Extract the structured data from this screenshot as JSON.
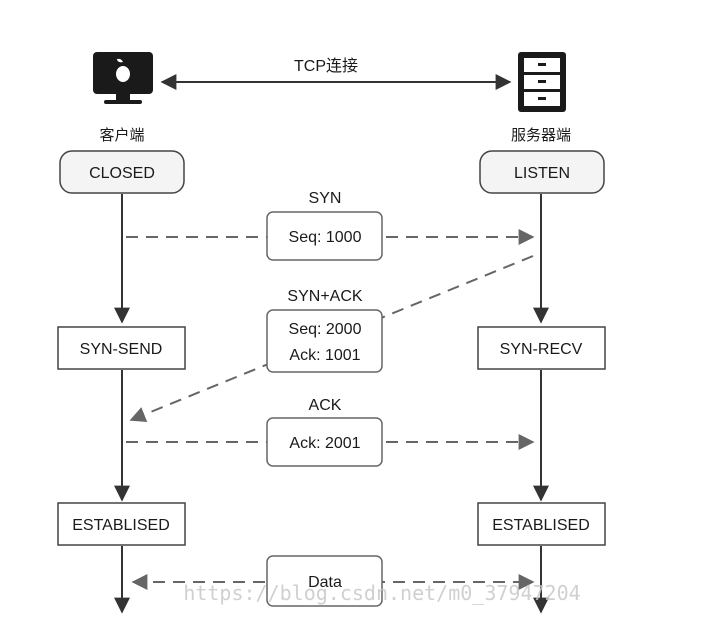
{
  "header": {
    "connection_label": "TCP连接",
    "client_label": "客户端",
    "server_label": "服务器端",
    "client_icon": "computer-icon",
    "server_icon": "server-cabinet-icon"
  },
  "client_states": {
    "closed": "CLOSED",
    "syn_send": "SYN-SEND",
    "established": "ESTABLISED"
  },
  "server_states": {
    "listen": "LISTEN",
    "syn_recv": "SYN-RECV",
    "established": "ESTABLISED"
  },
  "messages": {
    "syn": {
      "title": "SYN",
      "line1": "Seq: 1000"
    },
    "syn_ack": {
      "title": "SYN+ACK",
      "line1": "Seq: 2000",
      "line2": "Ack: 1001"
    },
    "ack": {
      "title": "ACK",
      "line1": "Ack: 2001"
    },
    "data": {
      "line1": "Data"
    }
  },
  "watermark": "https://blog.csdn.net/m0_37947204",
  "colors": {
    "line": "#333333",
    "dash": "#666666",
    "box_border": "#444444",
    "state_fill": "#f4f4f4",
    "icon": "#1a1a1a",
    "watermark": "#c8c8c8"
  }
}
